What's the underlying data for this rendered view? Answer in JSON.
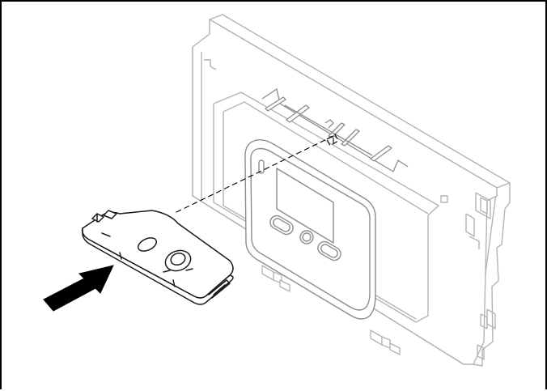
{
  "figure": {
    "kind": "technical-installation-illustration",
    "components": [
      "wall-mount-housing",
      "control-panel-display",
      "plug-in-module",
      "insertion-arrow",
      "alignment-guide-lines"
    ],
    "colors": {
      "frame_border": "#000000",
      "housing_fill": "#ffffff",
      "housing_stroke": "#b4b4b4",
      "display_stroke": "#8c8c8c",
      "module_fill": "#ffffff",
      "module_stroke": "#1a1a1a",
      "arrow_fill": "#000000",
      "guide_line": "#000000"
    }
  }
}
